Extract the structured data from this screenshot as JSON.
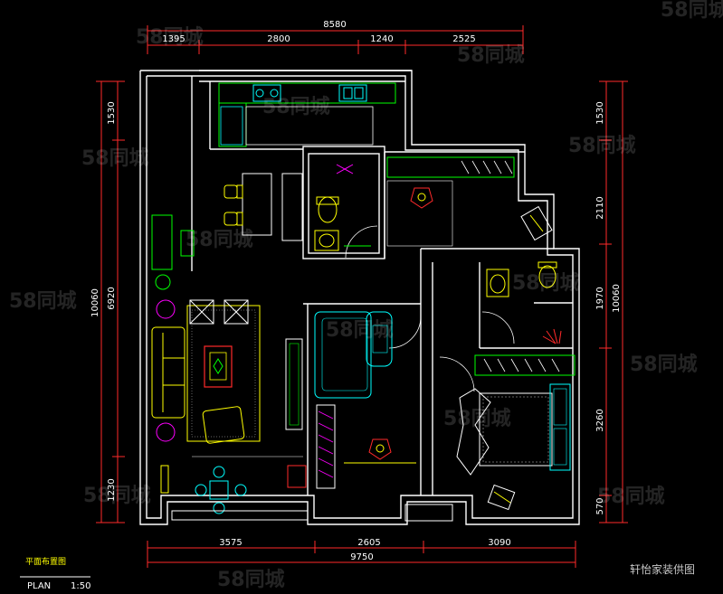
{
  "dimensions": {
    "top_total": "8580",
    "top_segments": [
      "1395",
      "2800",
      "1240",
      "2525"
    ],
    "bottom_total": "9750",
    "bottom_segments": [
      "3575",
      "2605",
      "3090"
    ],
    "left_total": "10060",
    "left_segments": [
      "1530",
      "6920",
      "1230"
    ],
    "right_total": "10060",
    "right_segments": [
      "1530",
      "2110",
      "1970",
      "3260",
      "570"
    ]
  },
  "title_block": {
    "title": "平面布置图",
    "plan_label": "PLAN",
    "scale": "1:50"
  },
  "credit": "轩怡家装供图",
  "watermark": "58同城",
  "colors": {
    "wall": "#ffffff",
    "dimension": "#ff2a2a",
    "furniture": "#ffff00",
    "fixture": "#00ffff",
    "cabinet": "#00ff00",
    "accent": "#ff00ff"
  }
}
